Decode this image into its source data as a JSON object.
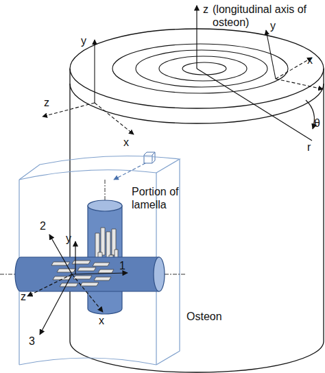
{
  "diagram": {
    "labels": [
      "z",
      "(longitudinal axis of osteon)",
      "y",
      "y",
      "x",
      "z",
      "x",
      "θ",
      "r",
      "Portion of lamella",
      "Osteon",
      "y",
      "2",
      "1",
      "z",
      "3",
      "x"
    ]
  }
}
